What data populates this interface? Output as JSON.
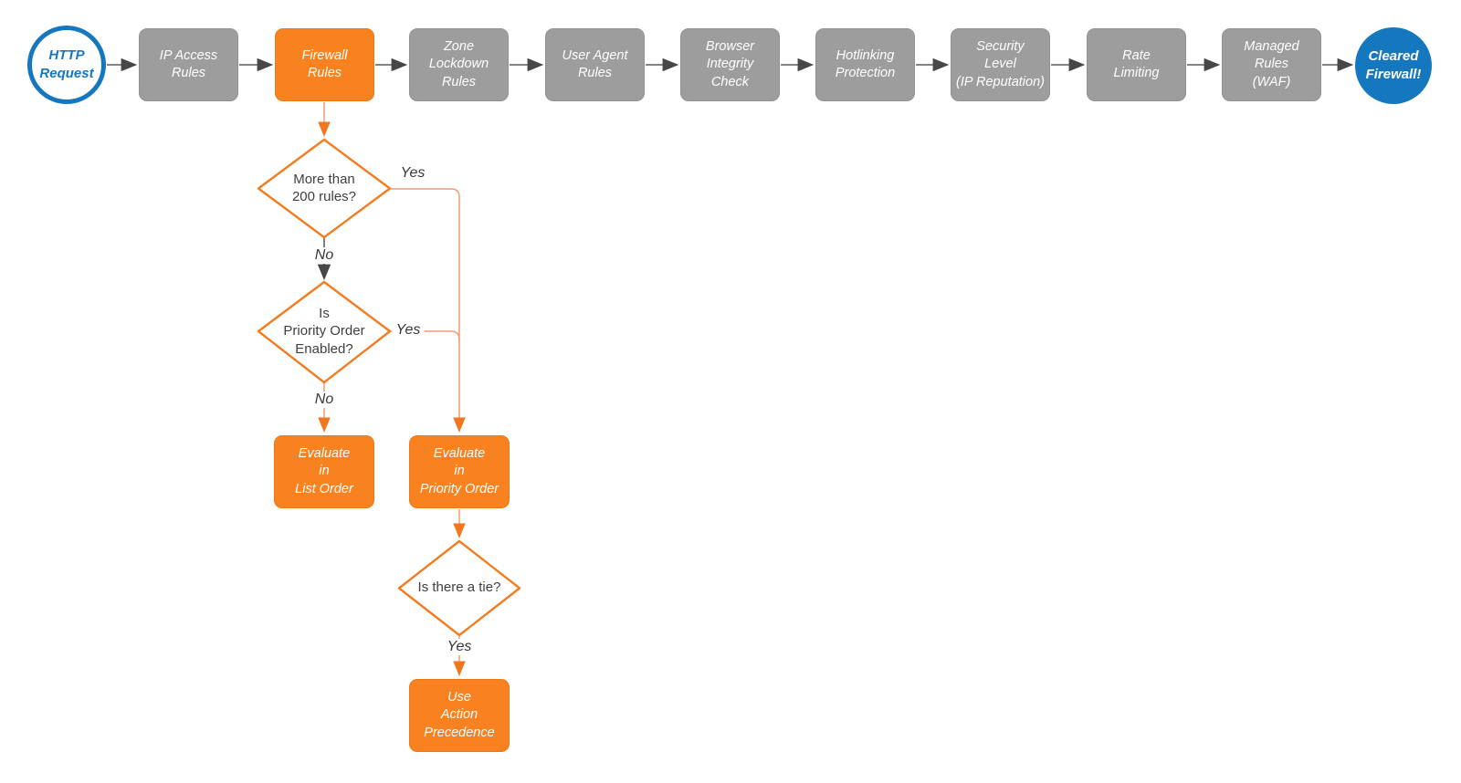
{
  "pipeline": {
    "start": {
      "label": "HTTP\nRequest"
    },
    "stages": [
      {
        "id": "ip-access-rules",
        "label": "IP Access\nRules",
        "highlighted": false
      },
      {
        "id": "firewall-rules",
        "label": "Firewall\nRules",
        "highlighted": true
      },
      {
        "id": "zone-lockdown-rules",
        "label": "Zone\nLockdown\nRules",
        "highlighted": false
      },
      {
        "id": "user-agent-rules",
        "label": "User Agent\nRules",
        "highlighted": false
      },
      {
        "id": "browser-integrity-check",
        "label": "Browser\nIntegrity\nCheck",
        "highlighted": false
      },
      {
        "id": "hotlinking-protection",
        "label": "Hotlinking\nProtection",
        "highlighted": false
      },
      {
        "id": "security-level",
        "label": "Security\nLevel\n(IP Reputation)",
        "highlighted": false
      },
      {
        "id": "rate-limiting",
        "label": "Rate\nLimiting",
        "highlighted": false
      },
      {
        "id": "managed-rules-waf",
        "label": "Managed\nRules\n(WAF)",
        "highlighted": false
      }
    ],
    "end": {
      "label": "Cleared\nFirewall!"
    }
  },
  "decision_tree": {
    "d1": {
      "question": "More than\n200 rules?",
      "yes": "Yes",
      "no": "No"
    },
    "d2": {
      "question": "Is\nPriority Order\nEnabled?",
      "yes": "Yes",
      "no": "No"
    },
    "d3": {
      "question": "Is there a tie?",
      "yes": "Yes"
    },
    "evaluate_list": {
      "label": "Evaluate\nin\nList Order"
    },
    "evaluate_priority": {
      "label": "Evaluate\nin\nPriority Order"
    },
    "action_precedence": {
      "label": "Use\nAction\nPrecedence"
    }
  },
  "colors": {
    "accent_orange": "#F8821F",
    "accent_blue": "#1577BD",
    "node_gray": "#9D9D9D",
    "connector_gray": "#5C5C5C",
    "connector_orange": "#F49A73"
  }
}
